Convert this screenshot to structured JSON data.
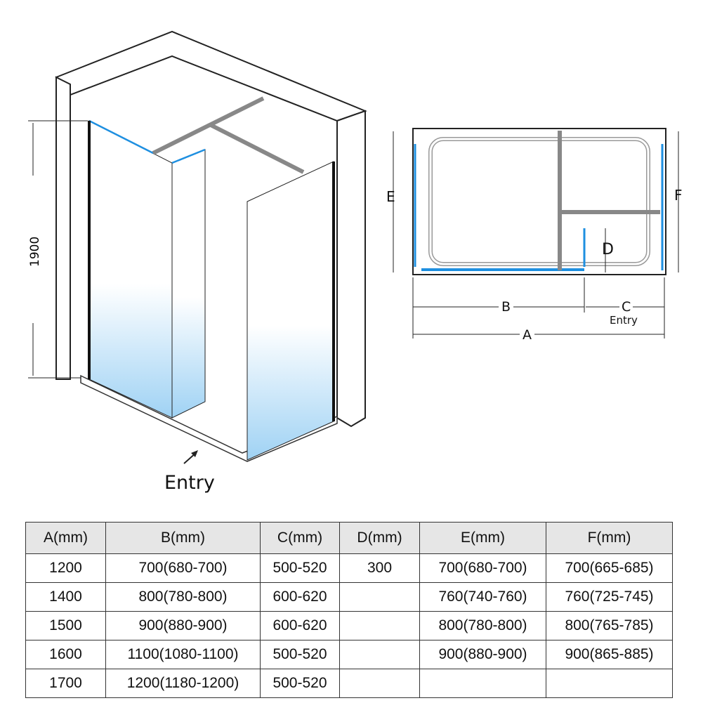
{
  "diagram3d": {
    "height_label": "1900",
    "entry_label": "Entry"
  },
  "plan": {
    "labels": {
      "A": "A",
      "B": "B",
      "C": "C",
      "D": "D",
      "E": "E",
      "F": "F"
    },
    "entry_label": "Entry"
  },
  "colors": {
    "glass_edge": "#1e8fe0",
    "glass_fill": "#bfe0f8"
  },
  "table": {
    "headers": [
      "A(mm)",
      "B(mm)",
      "C(mm)",
      "D(mm)",
      "E(mm)",
      "F(mm)"
    ],
    "rows": [
      [
        "1200",
        "700(680-700)",
        "500-520",
        "300",
        "700(680-700)",
        "700(665-685)"
      ],
      [
        "1400",
        "800(780-800)",
        "600-620",
        "",
        "760(740-760)",
        "760(725-745)"
      ],
      [
        "1500",
        "900(880-900)",
        "600-620",
        "",
        "800(780-800)",
        "800(765-785)"
      ],
      [
        "1600",
        "1100(1080-1100)",
        "500-520",
        "",
        "900(880-900)",
        "900(865-885)"
      ],
      [
        "1700",
        "1200(1180-1200)",
        "500-520",
        "",
        "",
        ""
      ]
    ]
  }
}
